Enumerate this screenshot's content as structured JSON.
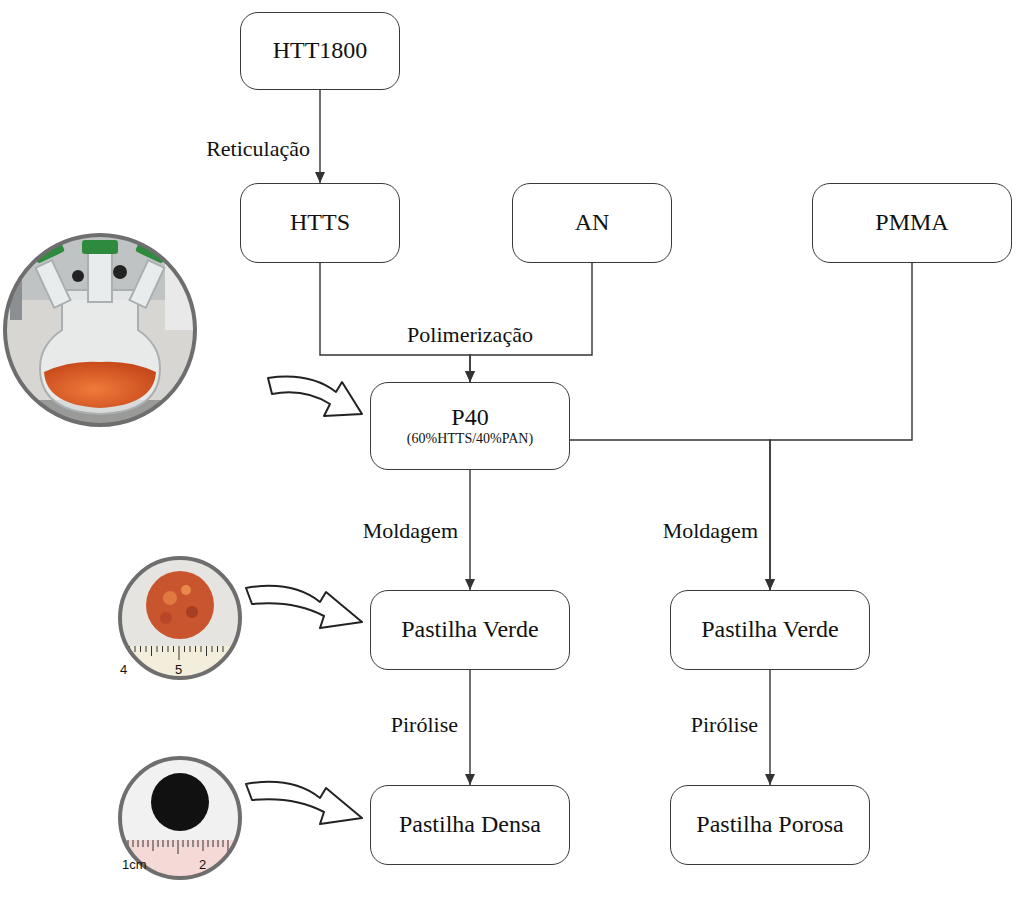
{
  "diagram": {
    "nodes": [
      {
        "text": [
          "HTT1800"
        ]
      },
      {
        "text": [
          "HTTS"
        ]
      },
      {
        "text": [
          "AN"
        ]
      },
      {
        "text": [
          "PMMA"
        ]
      },
      {
        "text": [
          "P40",
          "(60%HTTS/40%PAN)"
        ]
      },
      {
        "text": [
          "Pastilha Verde"
        ]
      },
      {
        "text": [
          "Pastilha Verde"
        ]
      },
      {
        "text": [
          "Pastilha Densa"
        ]
      },
      {
        "text": [
          "Pastilha Porosa"
        ]
      }
    ],
    "edges": [
      {
        "from": 0,
        "to": 1,
        "arrow": "to",
        "label": "Reticulação"
      },
      {
        "from": 1,
        "to": 4,
        "arrow": "to",
        "label": "Polimerização"
      },
      {
        "from": 2,
        "to": 4,
        "arrow": "to"
      },
      {
        "from": 4,
        "to": 5,
        "arrow": "to",
        "label": "Moldagem"
      },
      {
        "from": 4,
        "to": 6,
        "arrow": "to",
        "label": "Moldagem"
      },
      {
        "from": 3,
        "to": 6,
        "arrow": "to"
      },
      {
        "from": 5,
        "to": 7,
        "arrow": "to",
        "label": "Pirólise"
      },
      {
        "from": 6,
        "to": 8,
        "arrow": "to",
        "label": "Pirólise"
      }
    ],
    "labels": [
      "4",
      "5",
      "1cm",
      "2"
    ]
  }
}
